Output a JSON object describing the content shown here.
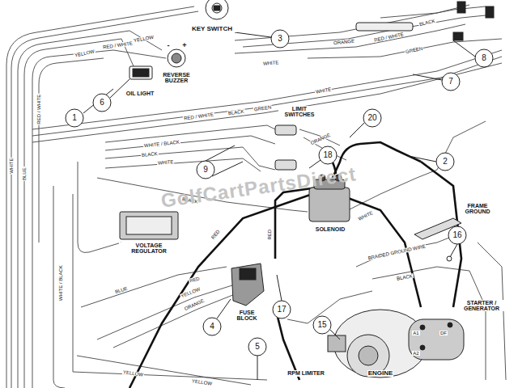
{
  "diagram": {
    "labels": [
      "KEY SWITCH",
      "+",
      "-",
      "REVERSE BUZZER",
      "OIL LIGHT",
      "YELLOW",
      "YELLOW",
      "RED / WHITE",
      "RED / WHITE",
      "WHITE",
      "BLUE",
      "RED / WHITE",
      "BLACK",
      "GREEN",
      "WHITE",
      "ORANGE",
      "RED / WHITE",
      "BLACK",
      "GREEN",
      "WHITE",
      "LIMIT SWITCHES",
      "ORANGE",
      "WHITE / BLACK",
      "BLACK",
      "WHITE",
      "BLACK",
      "SOLENOID",
      "VOLTAGE REGULATOR",
      "FUSE BLOCK",
      "RED",
      "RED",
      "RED",
      "YELLOW",
      "ORANGE",
      "BLUE",
      "WHITE / BLACK",
      "YELLOW",
      "YELLOW",
      "WHITE",
      "FRAME GROUND",
      "BRAIDED GROUND WIRE",
      "BLACK",
      "STARTER / GENERATOR",
      "ENGINE",
      "RPM LIMITER",
      "A1",
      "A2",
      "DF",
      "GolfCartPartsDirect",
      "1",
      "6",
      "3",
      "8",
      "7",
      "20",
      "2",
      "18",
      "9",
      "16",
      "4",
      "17",
      "15",
      "5"
    ]
  }
}
